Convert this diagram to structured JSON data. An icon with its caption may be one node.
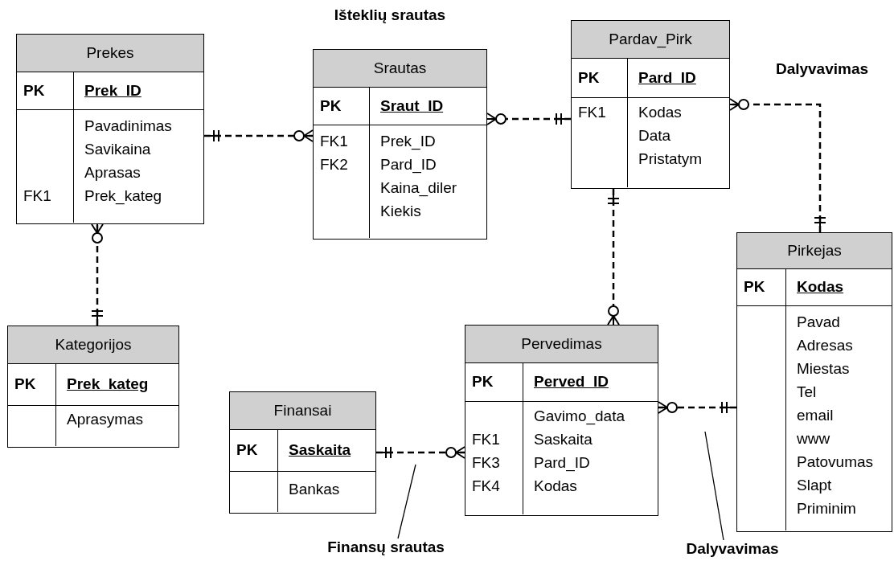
{
  "diagram": {
    "nodes": [
      {
        "text": [
          "Prekes",
          "PK",
          "Prek_ID",
          "Pavadinimas",
          "Savikaina",
          "Aprasas",
          "FK1",
          "Prek_kateg"
        ]
      },
      {
        "text": [
          "Srautas",
          "PK",
          "Sraut_ID",
          "FK1",
          "Prek_ID",
          "FK2",
          "Pard_ID",
          "Kaina_diler",
          "Kiekis"
        ]
      },
      {
        "text": [
          "Pardav_Pirk",
          "PK",
          "Pard_ID",
          "FK1",
          "Kodas",
          "Data",
          "Pristatym"
        ]
      },
      {
        "text": [
          "Pirkejas",
          "PK",
          "Kodas",
          "Pavad",
          "Adresas",
          "Miestas",
          "Tel",
          "email",
          "www",
          "Patovumas",
          "Slapt",
          "Priminim"
        ]
      },
      {
        "text": [
          "Kategorijos",
          "PK",
          "Prek_kateg",
          "Aprasymas"
        ]
      },
      {
        "text": [
          "Finansai",
          "PK",
          "Saskaita",
          "Bankas"
        ]
      },
      {
        "text": [
          "Pervedimas",
          "PK",
          "Perved_ID",
          "Gavimo_data",
          "FK1",
          "Saskaita",
          "FK3",
          "Pard_ID",
          "FK4",
          "Kodas"
        ]
      },
      {
        "text": [
          "Finansų srautas"
        ]
      },
      {
        "text": [
          "Dalyvavimas"
        ]
      }
    ],
    "edges": [
      {
        "from": 0,
        "to": 1,
        "arrow": "other",
        "style": "dashed"
      },
      {
        "from": 2,
        "to": 1,
        "arrow": "other",
        "style": "dashed"
      },
      {
        "from": 3,
        "to": 2,
        "arrow": "other",
        "style": "dashed"
      },
      {
        "from": 4,
        "to": 0,
        "arrow": "other",
        "style": "dashed"
      },
      {
        "from": 2,
        "to": 6,
        "arrow": "other",
        "style": "dashed"
      },
      {
        "from": 5,
        "to": 6,
        "arrow": "other",
        "style": "dashed"
      },
      {
        "from": 3,
        "to": 6,
        "arrow": "other",
        "style": "dashed"
      },
      {
        "from": 7,
        "to": null,
        "arrow": "none"
      },
      {
        "from": 8,
        "to": null,
        "arrow": "none"
      }
    ],
    "labels": [
      "Išteklių srautas",
      "Dalyvavimas"
    ]
  }
}
